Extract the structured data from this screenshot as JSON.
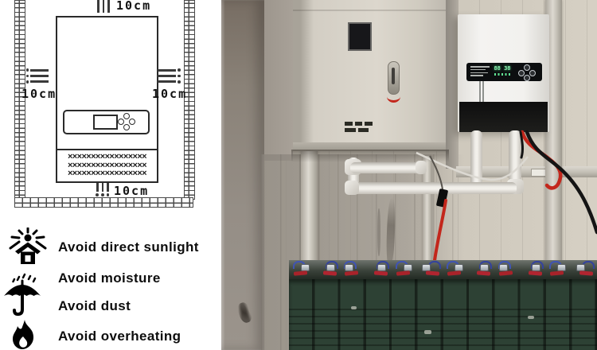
{
  "title": "Inverter installation clearance diagram and wall installation photo",
  "diagram": {
    "clearance_top": "10cm",
    "clearance_left": "10cm",
    "clearance_right": "10cm",
    "clearance_bottom": "10cm",
    "vent_pattern": {
      "rows": 3,
      "cols": 17,
      "glyph": "×"
    }
  },
  "warnings": [
    {
      "icon": "sun-house-icon",
      "label": "Avoid direct sunlight"
    },
    {
      "icon": "umbrella-rain-icon",
      "label": "Avoid moisture"
    },
    {
      "icon": "umbrella-rain-icon",
      "label": "Avoid dust"
    },
    {
      "icon": "flame-icon",
      "label": "Avoid overheating"
    }
  ],
  "photo": {
    "inverter": {
      "lcd_text": "88 38"
    },
    "battery": {
      "columns": 12
    },
    "colors": {
      "wall_beige": "#c9c3b7",
      "wall_gray": "#928a81",
      "cabinet": "#d8d3c9",
      "inverter_body": "#f1f1ef",
      "lcd_green": "#8df0b0",
      "cable_red": "#c3271c",
      "cable_black": "#141414",
      "battery_green": "#2d4134",
      "pipe_white": "#efede8"
    }
  }
}
